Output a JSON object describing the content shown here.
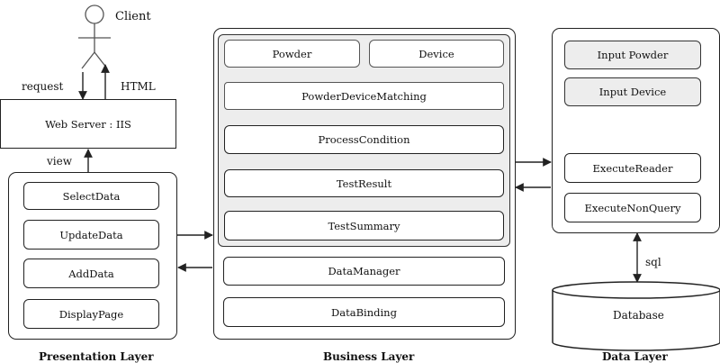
{
  "client": {
    "label": "Client",
    "request_label": "request",
    "html_label": "HTML"
  },
  "web_server": {
    "label": "Web Server : IIS"
  },
  "view_label": "view",
  "presentation": {
    "title": "Presentation Layer",
    "items": [
      "SelectData",
      "UpdateData",
      "AddData",
      "DisplayPage"
    ]
  },
  "business": {
    "title": "Business Layer",
    "inner": {
      "powder": "Powder",
      "device": "Device",
      "matching": "PowderDeviceMatching",
      "process": "ProcessCondition",
      "result": "TestResult",
      "summary": "TestSummary"
    },
    "data_manager": "DataManager",
    "data_binding": "DataBinding"
  },
  "data_layer": {
    "title": "Data Layer",
    "input_powder": "Input Powder",
    "input_device": "Input Device",
    "execute_reader": "ExecuteReader",
    "execute_nonquery": "ExecuteNonQuery",
    "sql_label": "sql",
    "database": "Database"
  }
}
